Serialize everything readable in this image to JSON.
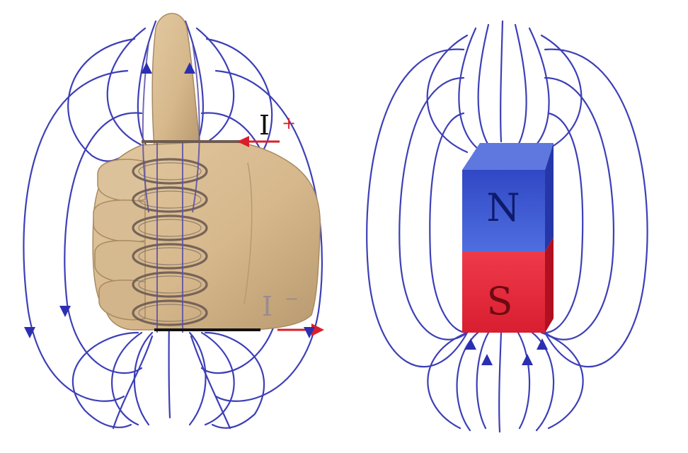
{
  "left_panel": {
    "current_in_label": "I",
    "current_in_sign": "+",
    "current_out_label": "I",
    "current_out_sign": "−"
  },
  "right_panel": {
    "north_label": "N",
    "south_label": "S"
  },
  "colors": {
    "field_line": "#3d3fb7",
    "north_pole": "#3b52c9",
    "south_pole": "#e0283a",
    "current_arrow": "#d8202c",
    "hand_skin": "#d9bd93"
  },
  "icons": {
    "left": "right-hand-grip-rule-icon",
    "right": "bar-magnet-icon"
  }
}
